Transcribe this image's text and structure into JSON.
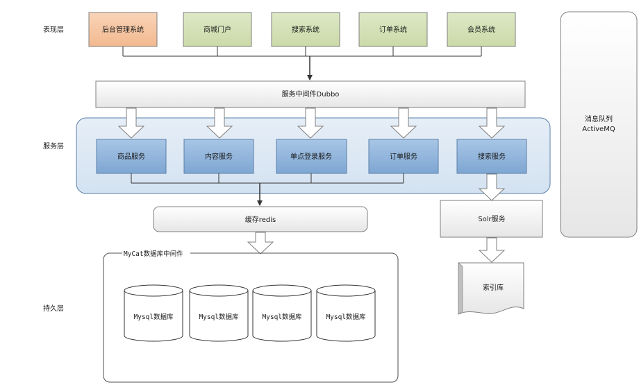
{
  "layers": {
    "presentation": "表现层",
    "service": "服务层",
    "persistence": "持久层"
  },
  "presentation_systems": [
    "后台管理系统",
    "商城门户",
    "搜索系统",
    "订单系统",
    "会员系统"
  ],
  "middleware": "服务中间件Dubbo",
  "services": [
    "商品服务",
    "内容服务",
    "单点登录服务",
    "订单服务",
    "搜索服务"
  ],
  "cache": "缓存redis",
  "solr": "Solr服务",
  "index_store": "索引库",
  "mq": {
    "line1": "消息队列",
    "line2": "ActiveMQ"
  },
  "mycat": {
    "title": "MyCat数据库中间件",
    "databases": [
      "Mysql数据库",
      "Mysql数据库",
      "Mysql数据库",
      "Mysql数据库"
    ]
  },
  "colors": {
    "admin_fill": "#F6C8A6",
    "system_fill": "#D6E3BC",
    "service_fill": "#8FB4DB",
    "service_layer_bg": "#DCE8F3",
    "box_gradient_top": "#FFFFFF",
    "box_gradient_bottom": "#E6E6E6"
  }
}
